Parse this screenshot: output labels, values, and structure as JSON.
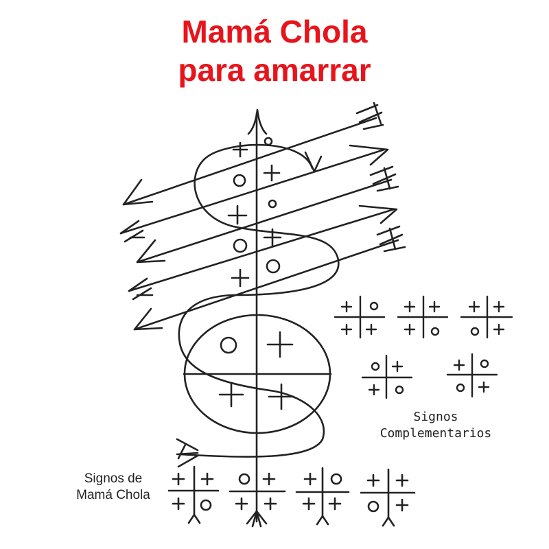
{
  "title": {
    "line1": "Mamá Chola",
    "line2": "para amarrar"
  },
  "labels": {
    "mama_chola_signs": {
      "line1": "Signos de",
      "line2": "Mamá Chola"
    },
    "complementary_signs": {
      "line1": "Signos",
      "line2": "Complementarios"
    }
  },
  "colors": {
    "title": "#e8141b",
    "ink": "#222222"
  }
}
